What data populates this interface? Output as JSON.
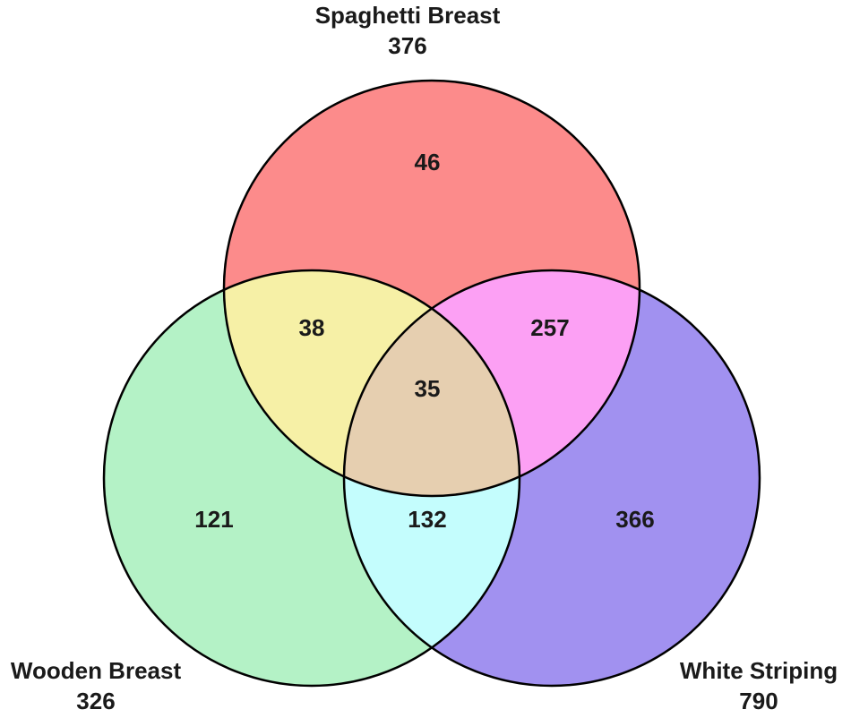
{
  "sets": {
    "spaghetti": {
      "name": "Spaghetti Breast",
      "total": "376",
      "color": "#ff6b6b"
    },
    "wooden": {
      "name": "Wooden Breast",
      "total": "326",
      "color": "#8fe8a0"
    },
    "white": {
      "name": "White Striping",
      "total": "790",
      "color": "#7c6cef"
    }
  },
  "regions": {
    "spaghetti_only": "46",
    "wooden_only": "121",
    "white_only": "366",
    "spaghetti_wooden": "38",
    "spaghetti_white": "257",
    "wooden_white": "132",
    "all_three": "35"
  },
  "region_colors": {
    "spaghetti_only": "#fc8b8b",
    "wooden_only": "#b4f2c6",
    "white_only": "#a191f0",
    "spaghetti_wooden": "#f6f0a6",
    "spaghetti_white": "#fca0f4",
    "wooden_white": "#c4fdfd",
    "all_three": "#e6cfb0"
  }
}
